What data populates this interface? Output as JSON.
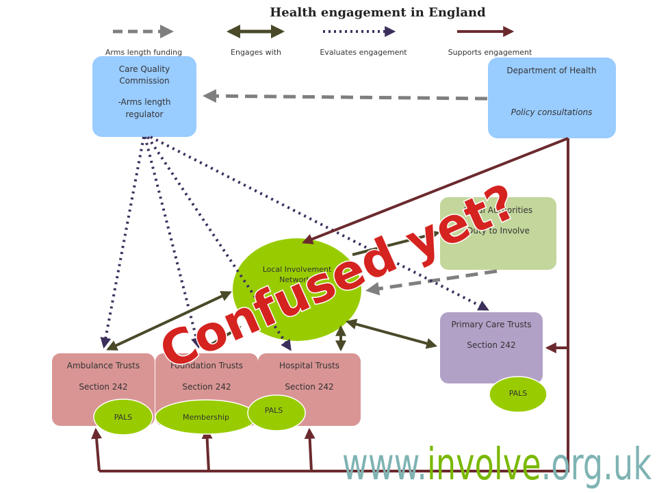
{
  "title": "Health engagement in England",
  "legend": [
    {
      "label": "Arms length funding",
      "style": "dashed-grey"
    },
    {
      "label": "Engages with",
      "style": "double-olive"
    },
    {
      "label": "Evaluates engagement",
      "style": "dotted-purple"
    },
    {
      "label": "Supports engagement",
      "style": "solid-maroon"
    }
  ],
  "colors": {
    "blue_box": "#99ccff",
    "green_box": "#c3d69b",
    "purple_box": "#b2a1c7",
    "pink_box": "#d99594",
    "lime_oval": "#99cc00",
    "arrow_grey": "#7f7f7f",
    "arrow_olive": "#4a4a2a",
    "arrow_purple": "#3c2f5c",
    "arrow_maroon": "#6b2a2e",
    "overlay_red": "#d52320",
    "url_teal": "#7fb3b3",
    "url_green": "#7ab800"
  },
  "nodes": {
    "cqc": {
      "line1": "Care Quality",
      "line2": "Commission",
      "line3": "-Arms length",
      "line4": "regulator"
    },
    "doh": {
      "line1": "Department of Health",
      "line2": "Policy consultations"
    },
    "la": {
      "line1": "Local Authorities",
      "line2": "Duty to Involve"
    },
    "link": {
      "line1": "Local Involvement",
      "line2": "Networks"
    },
    "pct": {
      "line1": "Primary Care Trusts",
      "line2": "Section 242",
      "pals": "PALS"
    },
    "ambulance": {
      "line1": "Ambulance Trusts",
      "line2": "Section 242",
      "pals": "PALS"
    },
    "foundation": {
      "line1": "Foundation Trusts",
      "line2": "Section 242",
      "membership": "Membership"
    },
    "hospital": {
      "line1": "Hospital Trusts",
      "line2": "Section 242",
      "pals": "PALS"
    }
  },
  "overlay_text": "Confused yet?",
  "url": {
    "part1": "www.",
    "part2": "involve",
    "part3": ".org.uk"
  }
}
